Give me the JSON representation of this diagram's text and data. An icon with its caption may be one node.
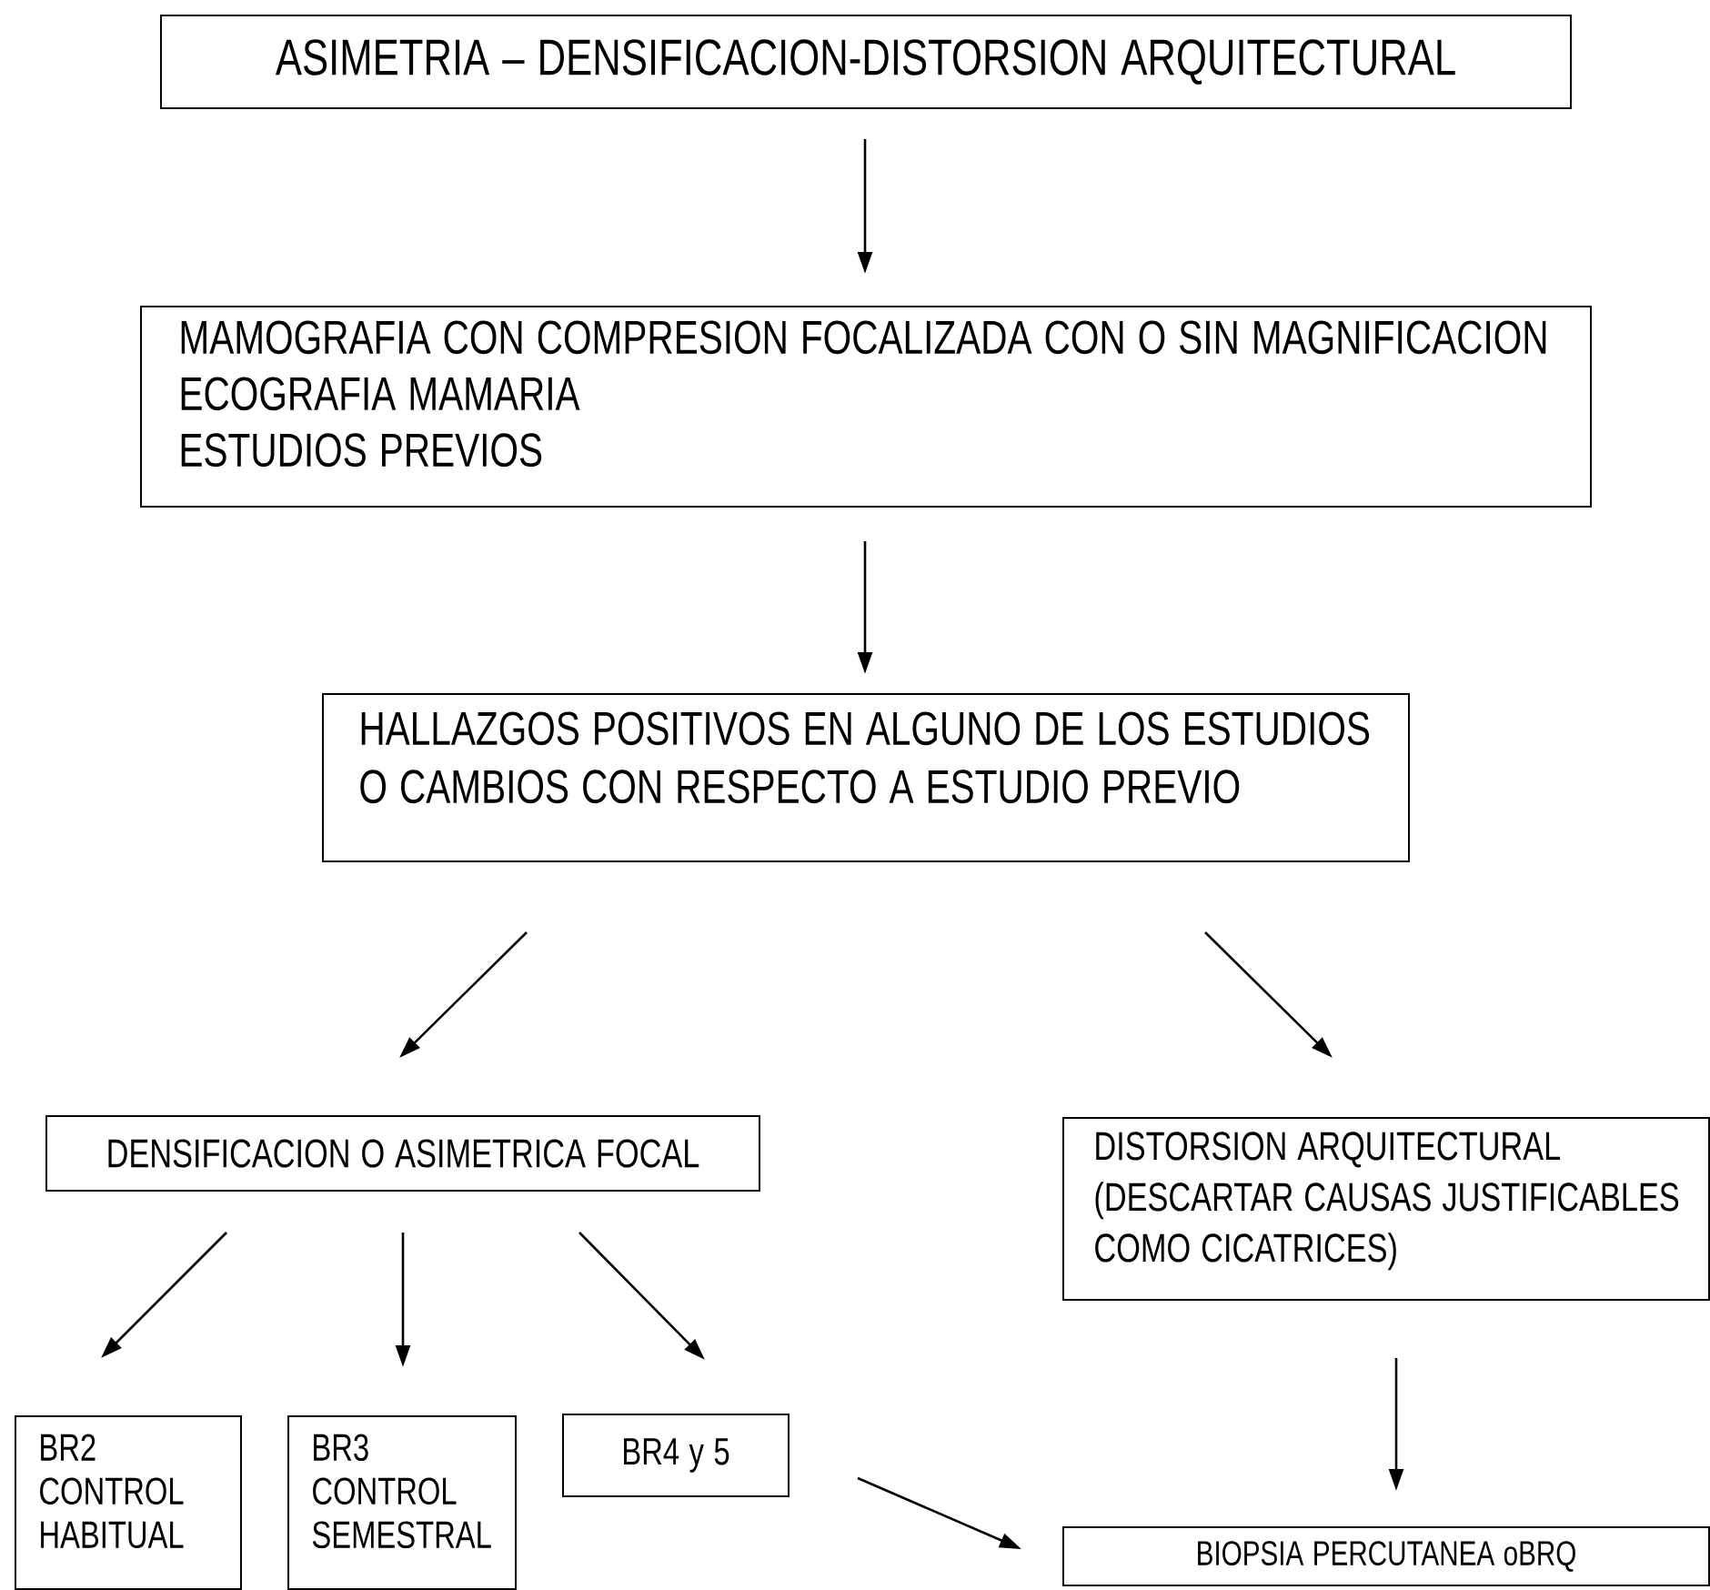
{
  "diagram": {
    "nodes": [
      {
        "text": [
          "ASIMETRIA – DENSIFICACION-DISTORSION ARQUITECTURAL"
        ]
      },
      {
        "text": [
          "MAMOGRAFIA  CON COMPRESION FOCALIZADA CON O SIN MAGNIFICACION",
          "ECOGRAFIA MAMARIA",
          "ESTUDIOS PREVIOS"
        ]
      },
      {
        "text": [
          "HALLAZGOS POSITIVOS EN ALGUNO DE LOS ESTUDIOS O CAMBIOS CON RESPECTO A ESTUDIO PREVIO"
        ]
      },
      {
        "text": [
          "DENSIFICACION O ASIMETRICA FOCAL"
        ]
      },
      {
        "text": [
          "DISTORSION ARQUITECTURAL (DESCARTAR CAUSAS JUSTIFICABLES COMO CICATRICES)"
        ]
      },
      {
        "text": [
          "BR2 CONTROL HABITUAL"
        ]
      },
      {
        "text": [
          "BR3 CONTROL SEMESTRAL"
        ]
      },
      {
        "text": [
          "BR4 y 5"
        ]
      },
      {
        "text": [
          "BIOPSIA PERCUTANEA oBRQ"
        ]
      }
    ],
    "edges": [
      {
        "from": 0,
        "to": 1,
        "arrow": "to"
      },
      {
        "from": 1,
        "to": 2,
        "arrow": "to"
      },
      {
        "from": 2,
        "to": 3,
        "arrow": "to"
      },
      {
        "from": 2,
        "to": 4,
        "arrow": "to"
      },
      {
        "from": 3,
        "to": 5,
        "arrow": "to"
      },
      {
        "from": 3,
        "to": 6,
        "arrow": "to"
      },
      {
        "from": 3,
        "to": 7,
        "arrow": "to"
      },
      {
        "from": 4,
        "to": 8,
        "arrow": "to"
      },
      {
        "from": 7,
        "to": 8,
        "arrow": "to"
      }
    ]
  }
}
